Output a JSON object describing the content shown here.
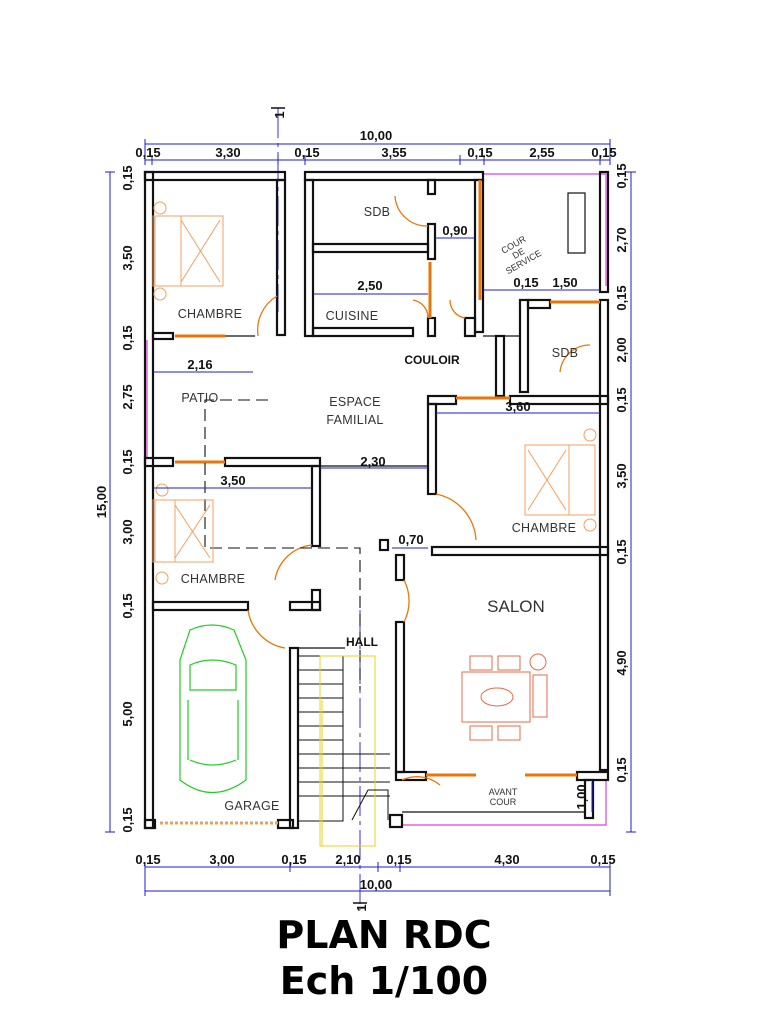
{
  "title": {
    "line1": "PLAN RDC",
    "line2": "Ech 1/100"
  },
  "rooms": {
    "chambre_top_left": "CHAMBRE",
    "sdb_top": "SDB",
    "cuisine": "CUISINE",
    "cour_service_1": "COUR",
    "cour_service_2": "DE",
    "cour_service_3": "SERVICE",
    "couloir": "COULOIR",
    "sdb_right": "SDB",
    "patio": "PATIO",
    "espace_familial_1": "ESPACE",
    "espace_familial_2": "FAMILIAL",
    "chambre_right": "CHAMBRE",
    "chambre_left": "CHAMBRE",
    "salon": "SALON",
    "hall": "HALL",
    "garage": "GARAGE",
    "avant_cour_1": "AVANT",
    "avant_cour_2": "COUR"
  },
  "dimensions": {
    "top_total": "10,00",
    "top": [
      "0,15",
      "3,30",
      "0,15",
      "3,55",
      "0,15",
      "2,55",
      "0,15"
    ],
    "bottom": [
      "0,15",
      "3,00",
      "0,15",
      "2,10",
      "0,15",
      "4,30",
      "0,15"
    ],
    "bottom_total": "10,00",
    "left": [
      "0,15",
      "3,50",
      "0,15",
      "2,75",
      "0,15",
      "3,00",
      "0,15",
      "5,00",
      "0,15"
    ],
    "left_total": "15,00",
    "right": [
      "0,15",
      "2,70",
      "0,15",
      "2,00",
      "0,15",
      "3,50",
      "0,15",
      "4,90",
      "0,15"
    ],
    "interior": {
      "d090": "0,90",
      "d250": "2,50",
      "d015": "0,15",
      "d150": "1,50",
      "d216": "2,16",
      "d360": "3,60",
      "d230": "2,30",
      "d350": "3,50",
      "d070": "0,70",
      "d100": "1,00"
    }
  },
  "section_marks": {
    "top": "1",
    "bottom": "1"
  }
}
